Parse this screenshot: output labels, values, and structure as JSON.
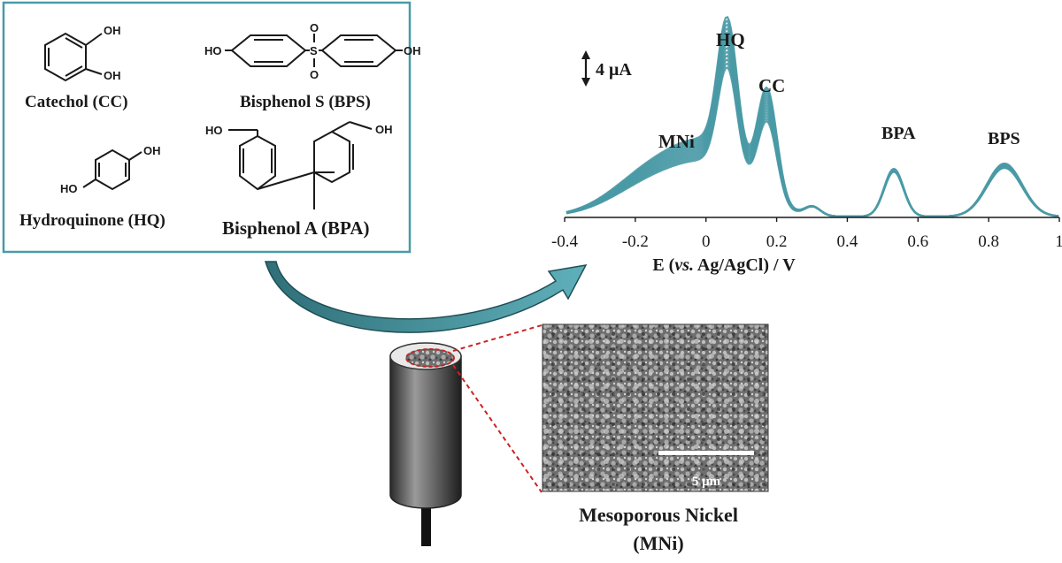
{
  "molecules": {
    "catechol": {
      "name": "Catechol (CC)",
      "oh": "OH"
    },
    "bps": {
      "name": "Bisphenol S (BPS)",
      "ho": "HO",
      "oh": "OH",
      "s": "S",
      "o": "O"
    },
    "hydroquinone": {
      "name": "Hydroquinone (HQ)",
      "oh": "OH",
      "ho": "HO"
    },
    "bpa": {
      "name": "Bisphenol A (BPA)",
      "ho": "HO",
      "oh": "OH"
    }
  },
  "voltammogram": {
    "scale_bar": "4 μA",
    "xlabel_pre": "E  (",
    "xlabel_italic": "vs.",
    "xlabel_post": " Ag/AgCl) / V",
    "xticks": [
      "-0.4",
      "-0.2",
      "0",
      "0.2",
      "0.4",
      "0.6",
      "0.8",
      "1"
    ],
    "peak_labels": {
      "mni": "MNi",
      "hq": "HQ",
      "cc": "CC",
      "bpa": "BPA",
      "bps": "BPS"
    },
    "curve_color": "#4a9aa6"
  },
  "electrode": {
    "sem_scale": "5 μm",
    "caption_line1": "Mesoporous Nickel",
    "caption_line2": "(MNi)"
  },
  "colors": {
    "frame": "#4a9aa6",
    "arrow": "#3d8d97",
    "zoom_line": "#cc2222"
  }
}
